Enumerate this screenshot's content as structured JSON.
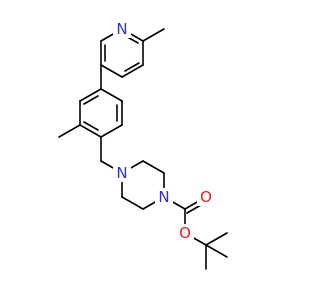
{
  "molecule": {
    "atom_labels": {
      "pyridine_n": "N",
      "piperazine_n1": "N",
      "piperazine_n4": "N",
      "carbonyl_o": "O",
      "ester_o": "O"
    },
    "colors": {
      "bond": "#000000",
      "nitrogen": "#2e2ed8",
      "oxygen": "#e02020",
      "background": "#ffffff"
    }
  }
}
